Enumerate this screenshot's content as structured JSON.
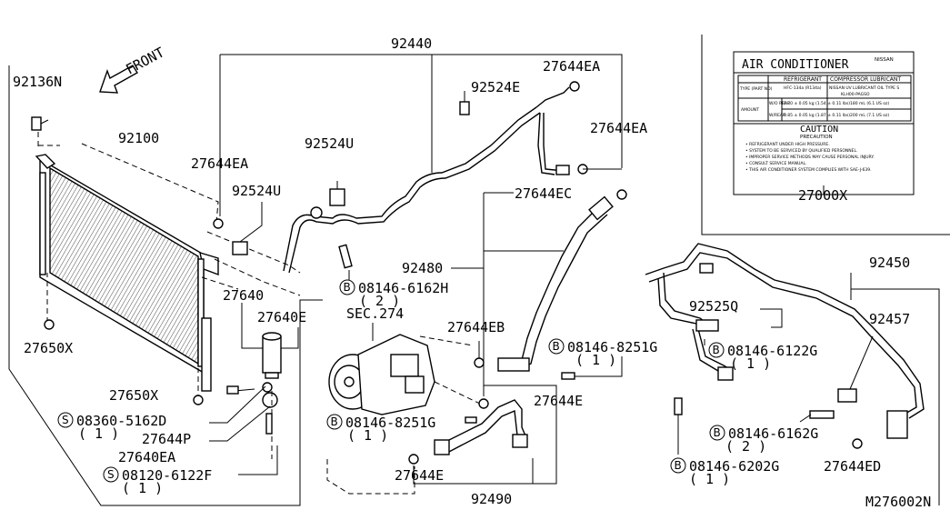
{
  "diagram": {
    "front_label": "FRONT",
    "sheet_code": "M276002N",
    "parts": [
      {
        "id": "92440",
        "text": "92440"
      },
      {
        "id": "92136N",
        "text": "92136N"
      },
      {
        "id": "92100",
        "text": "92100"
      },
      {
        "id": "27644EA_a",
        "text": "27644EA"
      },
      {
        "id": "92524E",
        "text": "92524E"
      },
      {
        "id": "27644EA_b",
        "text": "27644EA"
      },
      {
        "id": "27644EA_c",
        "text": "27644EA"
      },
      {
        "id": "92524U_a",
        "text": "92524U"
      },
      {
        "id": "92524U_b",
        "text": "92524U"
      },
      {
        "id": "27644EC",
        "text": "27644EC"
      },
      {
        "id": "92480",
        "text": "92480"
      },
      {
        "id": "27640",
        "text": "27640"
      },
      {
        "id": "27640E",
        "text": "27640E"
      },
      {
        "id": "SEC274",
        "text": "SEC.274"
      },
      {
        "id": "27644EB",
        "text": "27644EB"
      },
      {
        "id": "27650X_a",
        "text": "27650X"
      },
      {
        "id": "27650X_b",
        "text": "27650X"
      },
      {
        "id": "27644P",
        "text": "27644P"
      },
      {
        "id": "27640EA",
        "text": "27640EA"
      },
      {
        "id": "27644E_a",
        "text": "27644E"
      },
      {
        "id": "27644E_b",
        "text": "27644E"
      },
      {
        "id": "92490",
        "text": "92490"
      },
      {
        "id": "27000X",
        "text": "27000X"
      },
      {
        "id": "92450",
        "text": "92450"
      },
      {
        "id": "92457",
        "text": "92457"
      },
      {
        "id": "92525Q",
        "text": "92525Q"
      },
      {
        "id": "27644ED",
        "text": "27644ED"
      }
    ],
    "bolts": [
      {
        "letter": "B",
        "code": "08146-6162H",
        "qty": "( 2 )"
      },
      {
        "letter": "B",
        "code": "08146-8251G",
        "qty": "( 1 )"
      },
      {
        "letter": "S",
        "code": "08360-5162D",
        "qty": "( 1 )"
      },
      {
        "letter": "B",
        "code": "08146-8251G",
        "qty": "( 1 )"
      },
      {
        "letter": "S",
        "code": "08120-6122F",
        "qty": "( 1 )"
      },
      {
        "letter": "B",
        "code": "08146-6122G",
        "qty": "( 1 )"
      },
      {
        "letter": "B",
        "code": "08146-6162G",
        "qty": "( 2 )"
      },
      {
        "letter": "B",
        "code": "08146-6202G",
        "qty": "( 1 )"
      }
    ],
    "label_card": {
      "title": "AIR CONDITIONER",
      "brand": "NISSAN",
      "col_refrigerant": "REFRIGERANT",
      "col_lubricant": "COMPRESSOR LUBRICANT",
      "row_type": "TYPE (PART NO)",
      "refrigerant_type": "HFC-134a (R134a)",
      "lubricant_type": "NISSAN UV LUBRICANT OIL TYPE S",
      "lubricant_part": "KLH00-PAGSO",
      "row_amount": "AMOUNT",
      "amount_rows": [
        {
          "cond": "W/O REAR",
          "refr": "0.70 ± 0.05 kg (1.54 ± 0.11 lbs)",
          "lube": "180 mL (6.1 US oz)"
        },
        {
          "cond": "W/REAR",
          "refr": "0.85 ± 0.05 kg (1.87 ± 0.11 lbs)",
          "lube": "200 mL (7.1 US oz)"
        }
      ],
      "caution_title": "CAUTION",
      "precaution_title": "PRECAUTION",
      "precautions": [
        "• REFRIGERANT UNDER HIGH PRESSURE.",
        "• SYSTEM TO BE SERVICED BY QUALIFIED PERSONNEL.",
        "• IMPROPER SERVICE METHODS MAY CAUSE PERSONAL INJURY.",
        "• CONSULT SERVICE MANUAL.",
        "• THIS AIR CONDITIONER SYSTEM COMPLIES WITH SAE-J-639."
      ]
    }
  }
}
